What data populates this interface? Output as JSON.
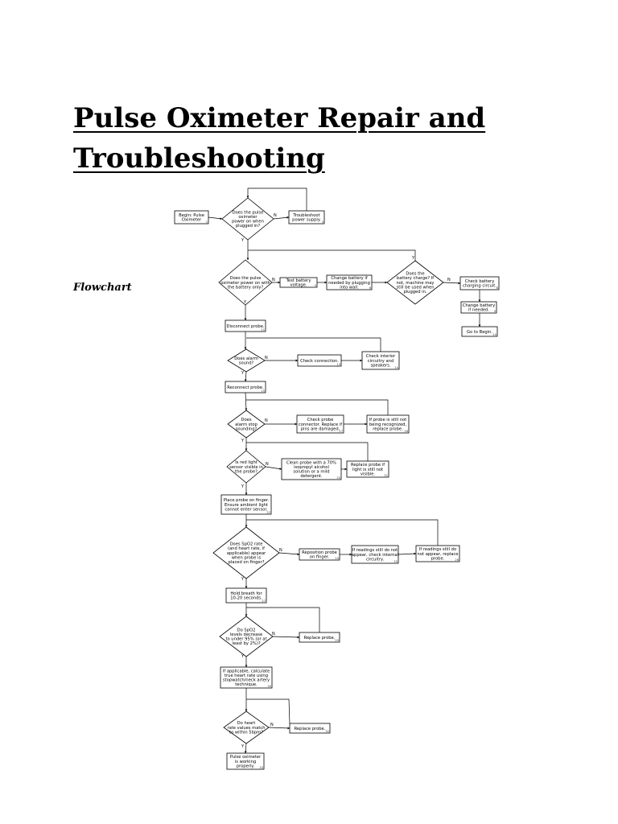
{
  "document": {
    "title_line1": "Pulse Oximeter Repair and",
    "title_line2": "Troubleshooting",
    "section_label": "Flowchart"
  },
  "flowchart": {
    "nodes": [
      {
        "id": "begin",
        "shape": "rect",
        "lines": [
          "Begin: Pulse",
          "Oximeter"
        ],
        "num": "1"
      },
      {
        "id": "d_power_plug",
        "shape": "diamond",
        "lines": [
          "Does the pulse",
          "oximeter",
          "power on when",
          "plugged in?"
        ]
      },
      {
        "id": "troubleshoot_power",
        "shape": "rect",
        "lines": [
          "Troubleshoot",
          "power supply."
        ],
        "num": "3"
      },
      {
        "id": "d_power_batt",
        "shape": "diamond",
        "lines": [
          "Does the pulse",
          "oximeter power on with",
          "the battery only?"
        ]
      },
      {
        "id": "test_batt",
        "shape": "rect",
        "lines": [
          "Test battery",
          "voltage."
        ],
        "num": "5"
      },
      {
        "id": "change_batt",
        "shape": "rect",
        "lines": [
          "Change battery if",
          "needed by plugging",
          "into wall."
        ],
        "num": "6"
      },
      {
        "id": "d_batt_charge",
        "shape": "diamond",
        "lines": [
          "Does the",
          "battery charge? If",
          "not, machine may",
          "still be used when",
          "plugged in."
        ]
      },
      {
        "id": "check_charging",
        "shape": "rect",
        "lines": [
          "Check battery",
          "charging circuit."
        ],
        "num": "8"
      },
      {
        "id": "change_batt2",
        "shape": "rect",
        "lines": [
          "Change battery",
          "if needed."
        ],
        "num": "9"
      },
      {
        "id": "goto_begin",
        "shape": "rect",
        "lines": [
          "Go to Begin."
        ],
        "num": "10"
      },
      {
        "id": "disconnect",
        "shape": "rect",
        "lines": [
          "Disconnect probe."
        ],
        "num": "11"
      },
      {
        "id": "d_alarm",
        "shape": "diamond",
        "lines": [
          "Does alarm",
          "sound?"
        ]
      },
      {
        "id": "check_conn",
        "shape": "rect",
        "lines": [
          "Check connection."
        ],
        "num": "13"
      },
      {
        "id": "check_interior",
        "shape": "rect",
        "lines": [
          "Check interior",
          "circuitry and",
          "speakers."
        ],
        "num": "14"
      },
      {
        "id": "reconnect",
        "shape": "rect",
        "lines": [
          "Reconnect probe."
        ],
        "num": "15"
      },
      {
        "id": "d_alarm_stop",
        "shape": "diamond",
        "lines": [
          "Does",
          "alarm stop",
          "sounding?"
        ]
      },
      {
        "id": "check_probe_conn",
        "shape": "rect",
        "lines": [
          "Check probe",
          "connector. Replace if",
          "pins are damaged."
        ],
        "num": "17"
      },
      {
        "id": "probe_not_recog",
        "shape": "rect",
        "lines": [
          "If probe is still not",
          "being recognized,",
          "replace probe."
        ],
        "num": "18"
      },
      {
        "id": "d_red_light",
        "shape": "diamond",
        "lines": [
          "Is red light",
          "sensor visible in",
          "the probe?"
        ]
      },
      {
        "id": "clean_probe",
        "shape": "rect",
        "lines": [
          "Clean probe with a 70%",
          "isopropyl alcohol",
          "solution or a mild",
          "detergent."
        ],
        "num": "20"
      },
      {
        "id": "replace_probe_vis",
        "shape": "rect",
        "lines": [
          "Replace probe if",
          "light is still not",
          "visible."
        ],
        "num": "21"
      },
      {
        "id": "place_probe",
        "shape": "rect",
        "lines": [
          "Place probe on finger.",
          "Ensure ambient light",
          "cannot enter sensor."
        ],
        "num": "22"
      },
      {
        "id": "d_spo2",
        "shape": "diamond",
        "lines": [
          "Does SpO2 rate",
          "(and heart rate, if",
          "applicable) appear",
          "when probe is",
          "placed on finger?"
        ]
      },
      {
        "id": "reposition",
        "shape": "rect",
        "lines": [
          "Reposition probe",
          "on finger."
        ],
        "num": "24"
      },
      {
        "id": "check_internal",
        "shape": "rect",
        "lines": [
          "If readings still do not",
          "appear, check internal",
          "circuitry."
        ],
        "num": "25"
      },
      {
        "id": "replace_probe_read",
        "shape": "rect",
        "lines": [
          "If readings still do",
          "not appear, replace",
          "probe."
        ],
        "num": "26"
      },
      {
        "id": "hold_breath",
        "shape": "rect",
        "lines": [
          "Hold breath for",
          "10-20 seconds."
        ],
        "num": "27"
      },
      {
        "id": "d_spo2_decrease",
        "shape": "diamond",
        "lines": [
          "Do SpO2",
          "levels decrease",
          "to under 95% (or at",
          "least by 2%)?"
        ]
      },
      {
        "id": "replace_probe_1",
        "shape": "rect",
        "lines": [
          "Replace probe."
        ],
        "num": "29"
      },
      {
        "id": "calc_heart",
        "shape": "rect",
        "lines": [
          "If applicable, calculate",
          "true heart rate using",
          "stopwatch/neck artery",
          "technique."
        ],
        "num": "30"
      },
      {
        "id": "d_heart",
        "shape": "diamond",
        "lines": [
          "Do heart",
          "rate values match",
          "to within 5bpm?"
        ]
      },
      {
        "id": "replace_probe_2",
        "shape": "rect",
        "lines": [
          "Replace probe."
        ],
        "num": "32"
      },
      {
        "id": "working",
        "shape": "rect",
        "lines": [
          "Pulse oximeter",
          "is working",
          "properly."
        ],
        "num": "33"
      }
    ],
    "edge_labels": {
      "yes": "Y",
      "no": "N"
    }
  }
}
